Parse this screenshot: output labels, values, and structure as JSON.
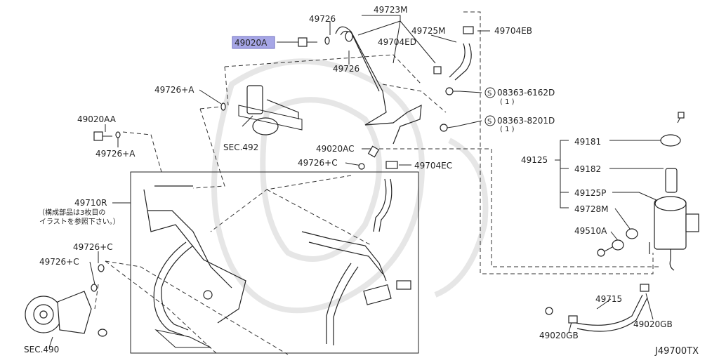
{
  "diagram": {
    "code": "J49700TX",
    "highlight_color": "#a6a6e6",
    "labels": {
      "p49723M": "49723M",
      "p49726_top": "49726",
      "p49725M": "49725M",
      "p49704EB": "49704EB",
      "p49020A": "49020A",
      "p49704ED": "49704ED",
      "p49726_mid": "49726",
      "p49726A_1": "49726+A",
      "p08363_6162D": "08363-6162D",
      "p08363_6162D_qty": "( 1 )",
      "p08363_8201D": "08363-8201D",
      "p08363_8201D_qty": "( 1 )",
      "s_mark_1": "S",
      "s_mark_2": "S",
      "p49020AA": "49020AA",
      "p49726A_2": "49726+A",
      "sec492": "SEC.492",
      "p49020AC": "49020AC",
      "p49726C_1": "49726+C",
      "p49704EC": "49704EC",
      "p49181": "49181",
      "p49125": "49125",
      "p49182": "49182",
      "p49710R": "49710R",
      "note_line1": "（構成部品は3枚目の",
      "note_line2": "イラストを参照下さい。）",
      "p49125P": "49125P",
      "p49728M": "49728M",
      "p49510A": "49510A",
      "p49726C_2": "49726+C",
      "p49726C_3": "49726+C",
      "p49715": "49715",
      "sec490": "SEC.490",
      "p49020GB_1": "49020GB",
      "p49020GB_2": "49020GB"
    }
  }
}
